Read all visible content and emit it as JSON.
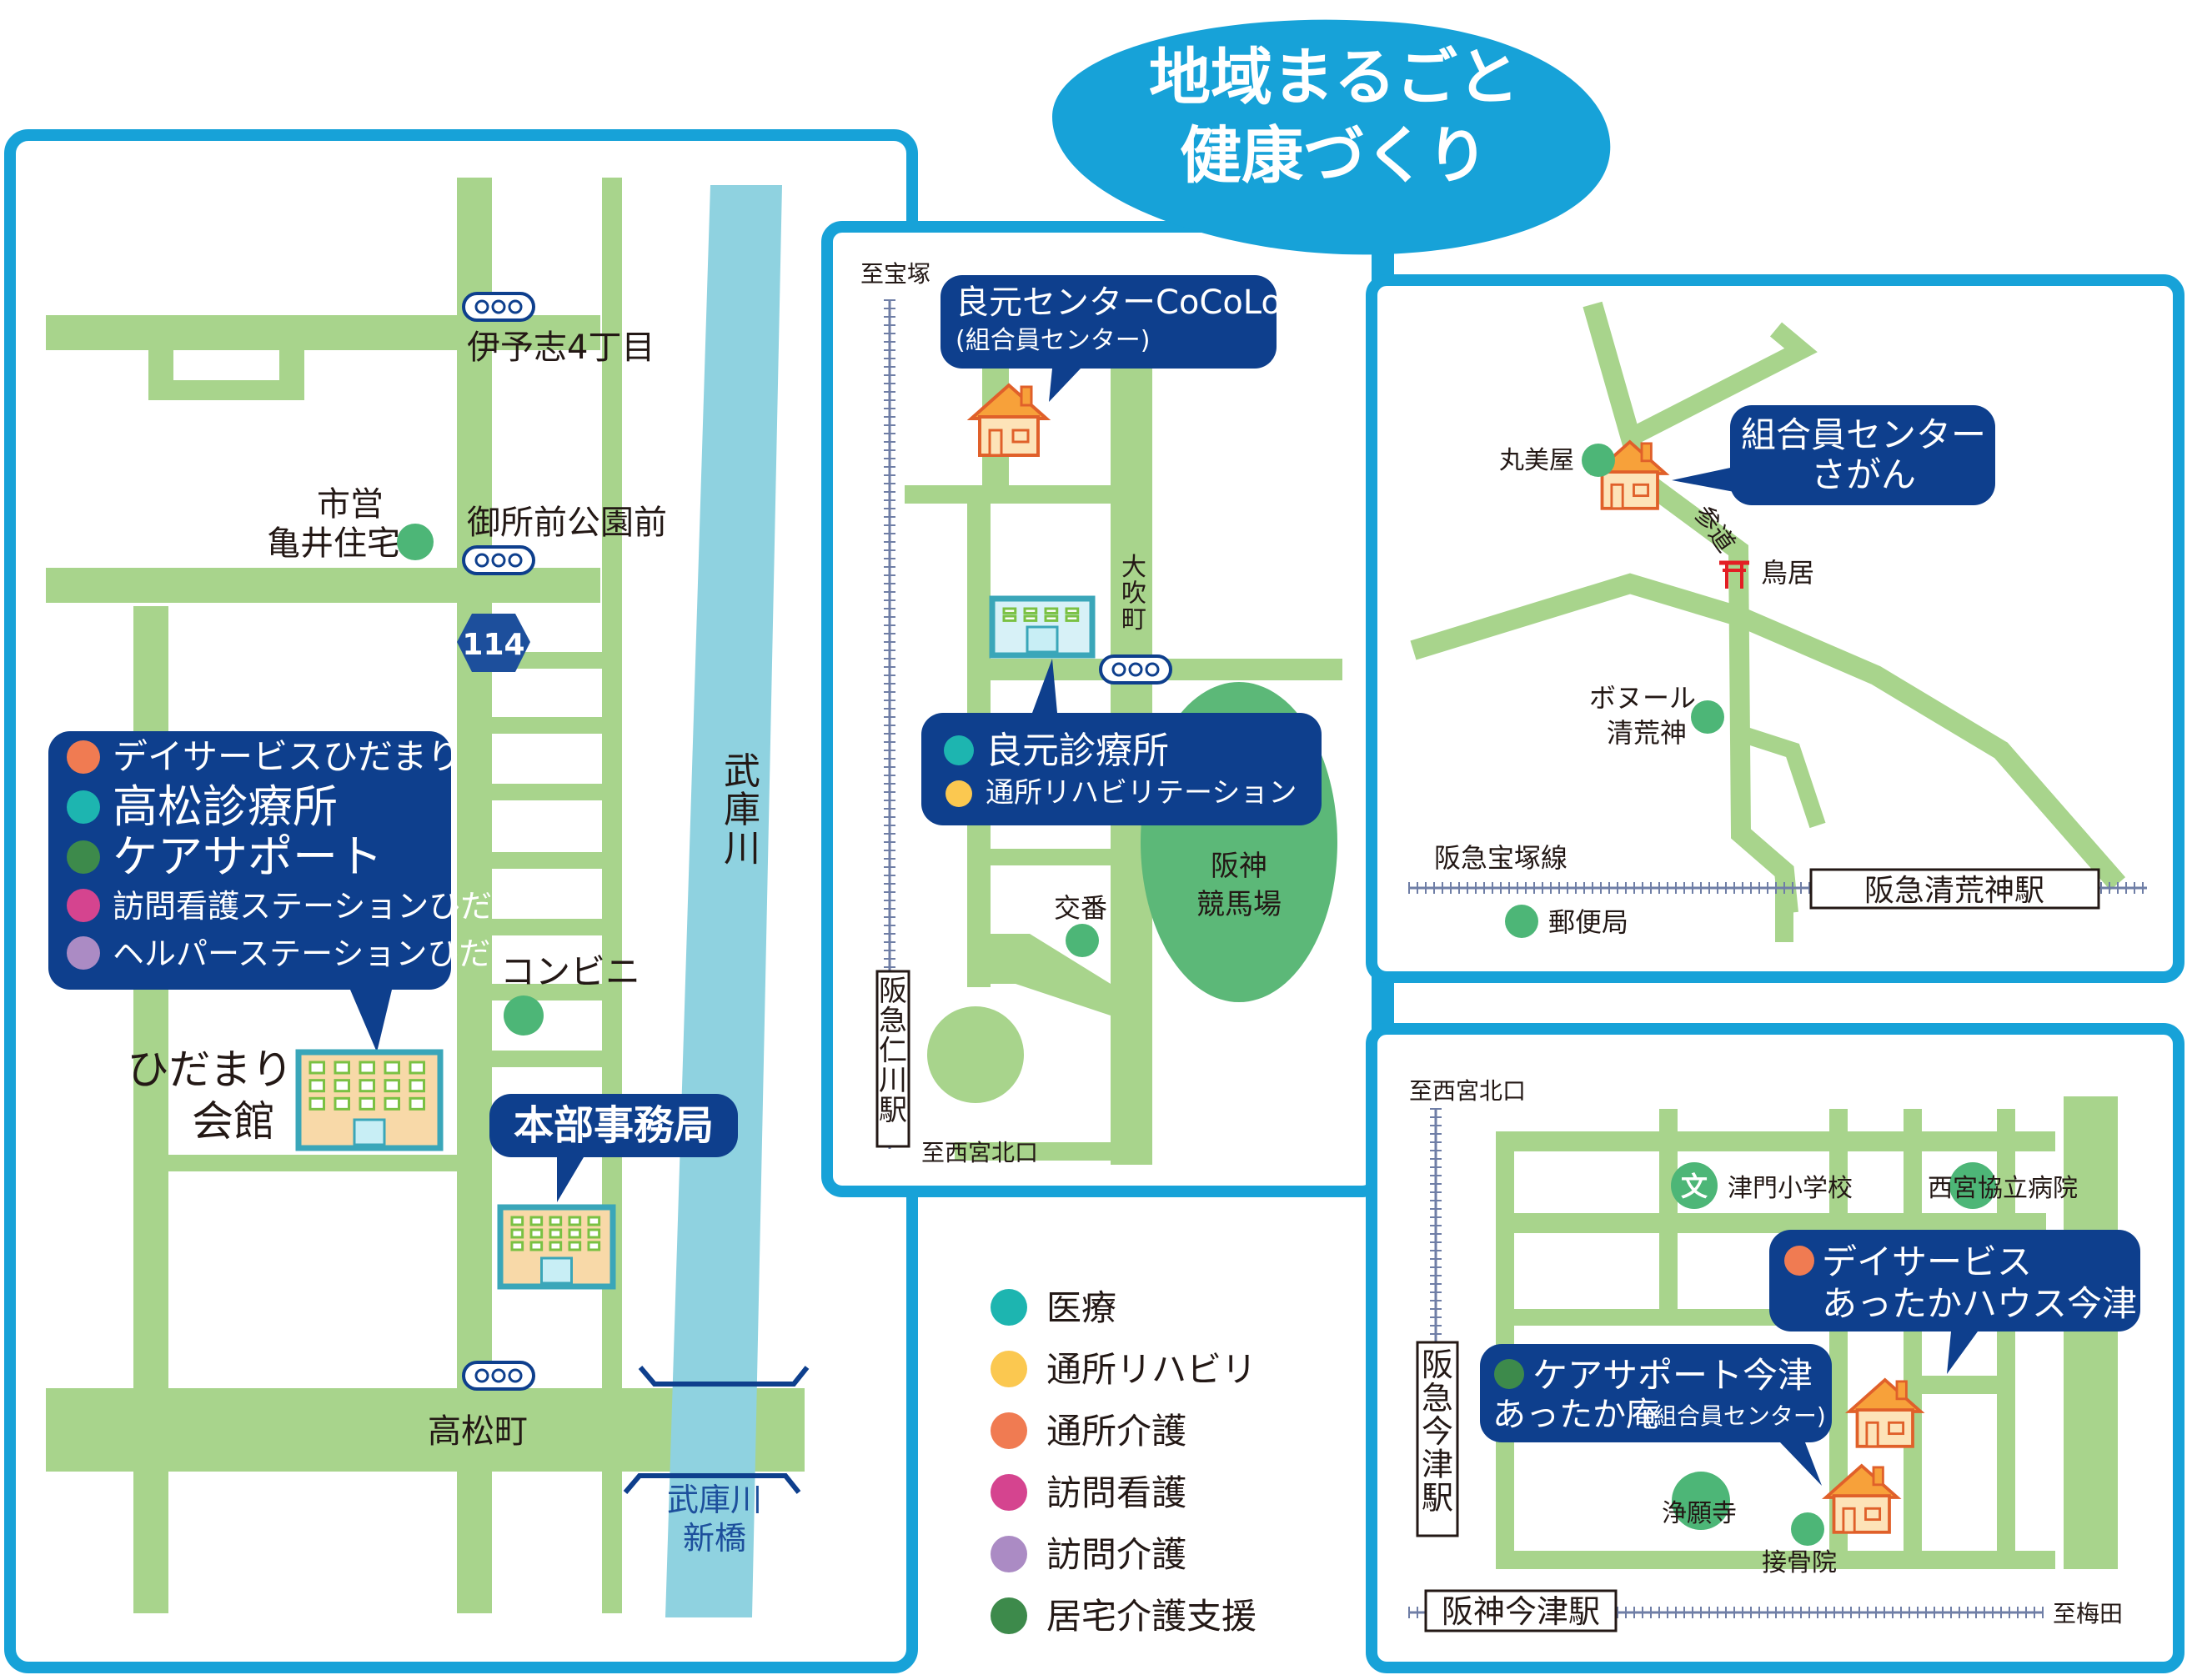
{
  "title": {
    "line1": "地域まるごと",
    "line2": "健康づくり"
  },
  "colors": {
    "frame": "#17a2d8",
    "road": "#a8d48c",
    "river": "#8fd2e0",
    "callout": "#0e3f8d",
    "iryo": "#1db5b0",
    "rehab": "#fbc850",
    "kaigo": "#f07b52",
    "kango": "#d5448f",
    "houmon_kaigo": "#ab8bc4",
    "kyotaku": "#3d8a4b",
    "landmark": "#4db677"
  },
  "panel_main": {
    "stations": {
      "iyoshi": "伊予志4丁目",
      "goshomae": "御所前公園前"
    },
    "route_number": "114",
    "landmark_shiei": {
      "line1": "市営",
      "line2": "亀井住宅"
    },
    "river": {
      "name": "武庫川",
      "bridge_line1": "武庫川",
      "bridge_line2": "新橋"
    },
    "callout_items": [
      {
        "label": "デイサービスひだまり",
        "category": "kaigo"
      },
      {
        "label": "高松診療所",
        "category": "iryo"
      },
      {
        "label": "ケアサポート",
        "category": "kyotaku"
      },
      {
        "label": "訪問看護ステーションひだまり",
        "category": "kango"
      },
      {
        "label": "ヘルパーステーションひだまり",
        "category": "houmon_kaigo"
      }
    ],
    "hidamari": {
      "line1": "ひだまり",
      "line2": "会館"
    },
    "convenience": "コンビニ",
    "honbu": "本部事務局",
    "takamatsu": "高松町"
  },
  "panel_ryogen": {
    "to_takarazuka": "至宝塚",
    "to_nishinomiya": "至西宮北口",
    "cocolo": {
      "line1": "良元センターCoCoLo",
      "line2": "(組合員センター)"
    },
    "station_label": "大吹町",
    "clinic": "良元診療所",
    "rehab": "通所リハビリテーション",
    "koban": "交番",
    "racecourse": {
      "line1": "阪神",
      "line2": "競馬場"
    },
    "rail_station": "阪急仁川駅"
  },
  "panel_sagan": {
    "callout": {
      "line1": "組合員センター",
      "line2": "さがん"
    },
    "marubiya": "丸美屋",
    "sando": "参道",
    "torii": "鳥居",
    "bonur": {
      "line1": "ボヌール",
      "line2": "清荒神"
    },
    "line_name": "阪急宝塚線",
    "station": "阪急清荒神駅",
    "post_office": "郵便局"
  },
  "panel_imazu": {
    "to_nishinomiya": "至西宮北口",
    "school": "津門小学校",
    "school_icon": "文",
    "hospital": "西宮協立病院",
    "dayservice": {
      "line1": "デイサービス",
      "line2": "あったかハウス今津"
    },
    "caresupport": {
      "line1": "ケアサポート今津",
      "line2": "あったか庵",
      "line2_small": "(組合員センター)"
    },
    "rail_station": "阪急今津駅",
    "temple": "浄願寺",
    "bonesetter": "接骨院",
    "hanshin_station": "阪神今津駅",
    "to_umeda": "至梅田"
  },
  "legend": [
    {
      "label": "医療",
      "category": "iryo"
    },
    {
      "label": "通所リハビリ",
      "category": "rehab"
    },
    {
      "label": "通所介護",
      "category": "kaigo"
    },
    {
      "label": "訪問看護",
      "category": "kango"
    },
    {
      "label": "訪問介護",
      "category": "houmon_kaigo"
    },
    {
      "label": "居宅介護支援",
      "category": "kyotaku"
    }
  ]
}
